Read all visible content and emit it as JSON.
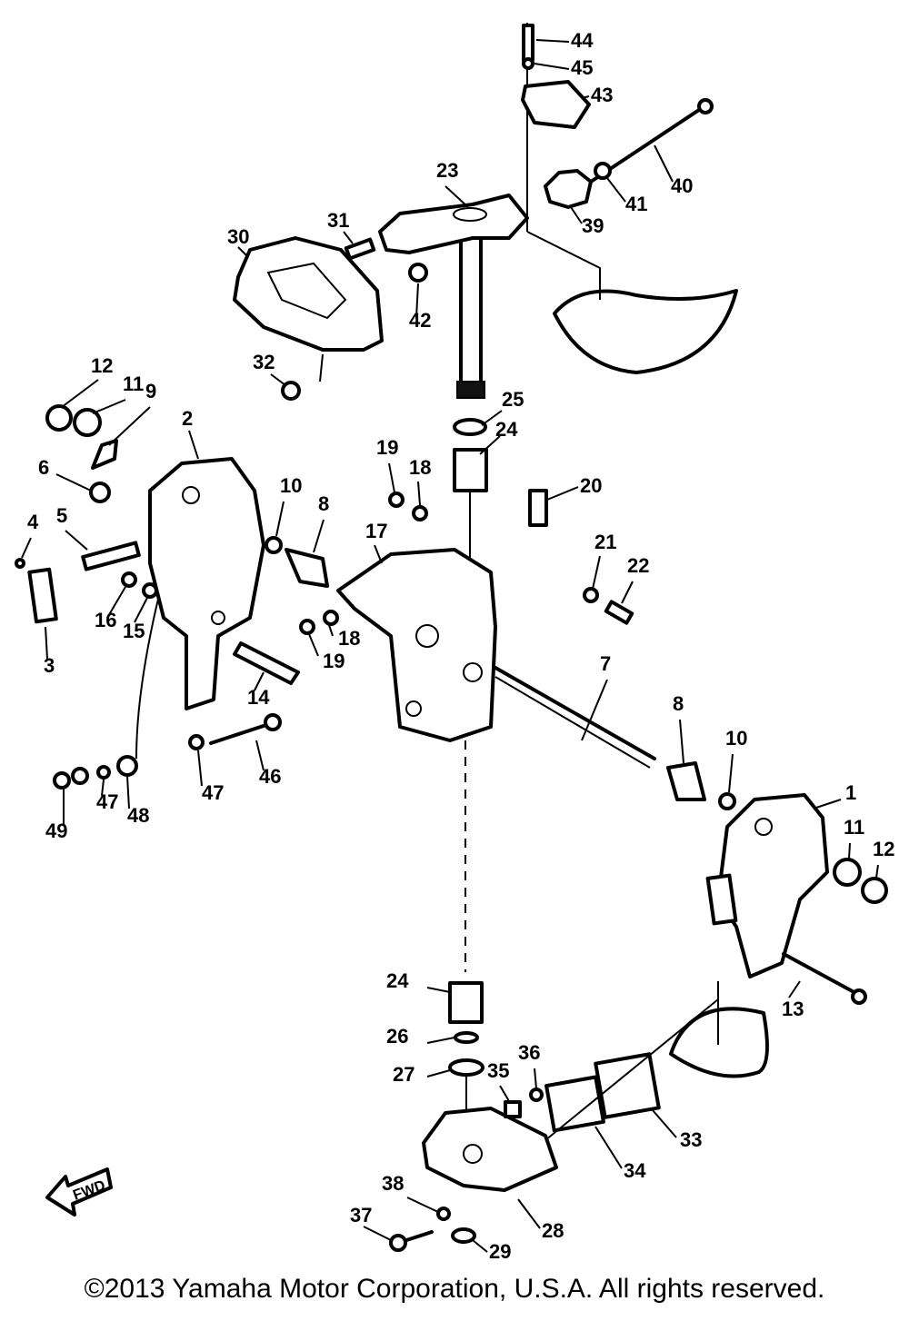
{
  "callouts": [
    {
      "label": "1"
    },
    {
      "label": "2"
    },
    {
      "label": "3"
    },
    {
      "label": "4"
    },
    {
      "label": "5"
    },
    {
      "label": "6"
    },
    {
      "label": "7"
    },
    {
      "label": "8"
    },
    {
      "label": "8"
    },
    {
      "label": "9"
    },
    {
      "label": "10"
    },
    {
      "label": "10"
    },
    {
      "label": "11"
    },
    {
      "label": "11"
    },
    {
      "label": "12"
    },
    {
      "label": "12"
    },
    {
      "label": "13"
    },
    {
      "label": "14"
    },
    {
      "label": "15"
    },
    {
      "label": "16"
    },
    {
      "label": "17"
    },
    {
      "label": "18"
    },
    {
      "label": "18"
    },
    {
      "label": "19"
    },
    {
      "label": "19"
    },
    {
      "label": "20"
    },
    {
      "label": "21"
    },
    {
      "label": "22"
    },
    {
      "label": "23"
    },
    {
      "label": "24"
    },
    {
      "label": "24"
    },
    {
      "label": "25"
    },
    {
      "label": "26"
    },
    {
      "label": "27"
    },
    {
      "label": "28"
    },
    {
      "label": "29"
    },
    {
      "label": "30"
    },
    {
      "label": "31"
    },
    {
      "label": "32"
    },
    {
      "label": "33"
    },
    {
      "label": "34"
    },
    {
      "label": "35"
    },
    {
      "label": "36"
    },
    {
      "label": "37"
    },
    {
      "label": "38"
    },
    {
      "label": "39"
    },
    {
      "label": "40"
    },
    {
      "label": "41"
    },
    {
      "label": "42"
    },
    {
      "label": "43"
    },
    {
      "label": "44"
    },
    {
      "label": "45"
    },
    {
      "label": "46"
    },
    {
      "label": "47"
    },
    {
      "label": "47"
    },
    {
      "label": "48"
    },
    {
      "label": "49"
    }
  ],
  "fwd_label": "FWD",
  "copyright": "©2013 Yamaha Motor Corporation, U.S.A. All rights reserved."
}
